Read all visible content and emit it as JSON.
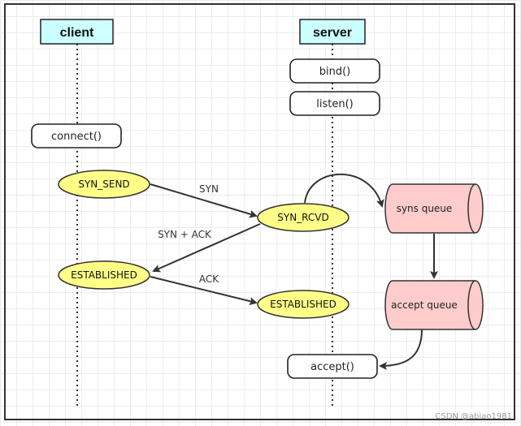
{
  "lanes": {
    "client": "client",
    "server": "server"
  },
  "server_calls": {
    "bind": "bind()",
    "listen": "listen()",
    "accept": "accept()"
  },
  "client_calls": {
    "connect": "connect()"
  },
  "states": {
    "client_syn_send": "SYN_SEND",
    "server_syn_rcvd": "SYN_RCVD",
    "client_established": "ESTABLISHED",
    "server_established": "ESTABLISHED"
  },
  "messages": {
    "syn": "SYN",
    "syn_ack": "SYN + ACK",
    "ack": "ACK"
  },
  "queues": {
    "syns": "syns queue",
    "accept": "accept queue"
  },
  "watermark": "CSDN @abiao1981",
  "colors": {
    "header_fill": "#ccffff",
    "state_fill": "#ffff88",
    "queue_fill": "#ffcccc"
  }
}
